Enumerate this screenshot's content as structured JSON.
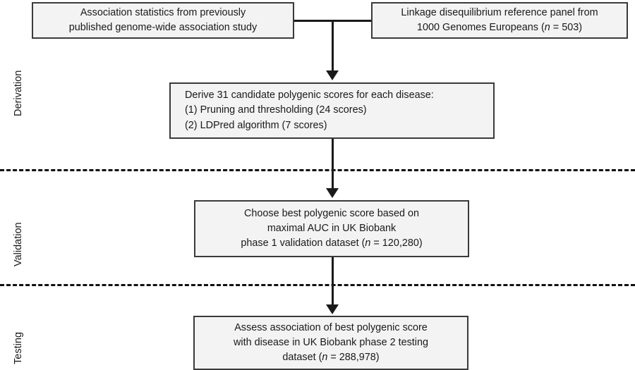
{
  "figure": {
    "type": "flowchart",
    "stage_labels": [
      {
        "id": "derivation",
        "text": "Derivation"
      },
      {
        "id": "validation",
        "text": "Validation"
      },
      {
        "id": "testing",
        "text": "Testing"
      }
    ],
    "boxes": {
      "association_statistics": {
        "lines": [
          "Association statistics from previously",
          "published genome-wide association study"
        ]
      },
      "ld_reference_panel": {
        "line1": "Linkage disequilibrium reference panel from",
        "line2_pre": "1000 Genomes Europeans (",
        "line2_var": "n",
        "line2_post": " = 503)"
      },
      "derive_scores": {
        "line1": "Derive 31 candidate polygenic scores for each disease:",
        "line2": "(1) Pruning and thresholding (24 scores)",
        "line3": "(2) LDPred algorithm (7 scores)"
      },
      "choose_best_score": {
        "line1": "Choose best polygenic score based on",
        "line2": "maximal AUC in UK Biobank",
        "line3_pre": "phase 1 validation dataset (",
        "line3_var": "n",
        "line3_post": " = 120,280)"
      },
      "assess_association": {
        "line1": "Assess association of best polygenic score",
        "line2": "with disease in UK Biobank phase 2 testing",
        "line3_pre": "dataset (",
        "line3_var": "n",
        "line3_post": " = 288,978)"
      }
    },
    "colors": {
      "box_fill": "#f3f3f3",
      "box_border": "#3a3a3a",
      "connector": "#1a1a1a",
      "divider": "#111111",
      "text": "#1a1a1a",
      "background": "#ffffff"
    }
  }
}
